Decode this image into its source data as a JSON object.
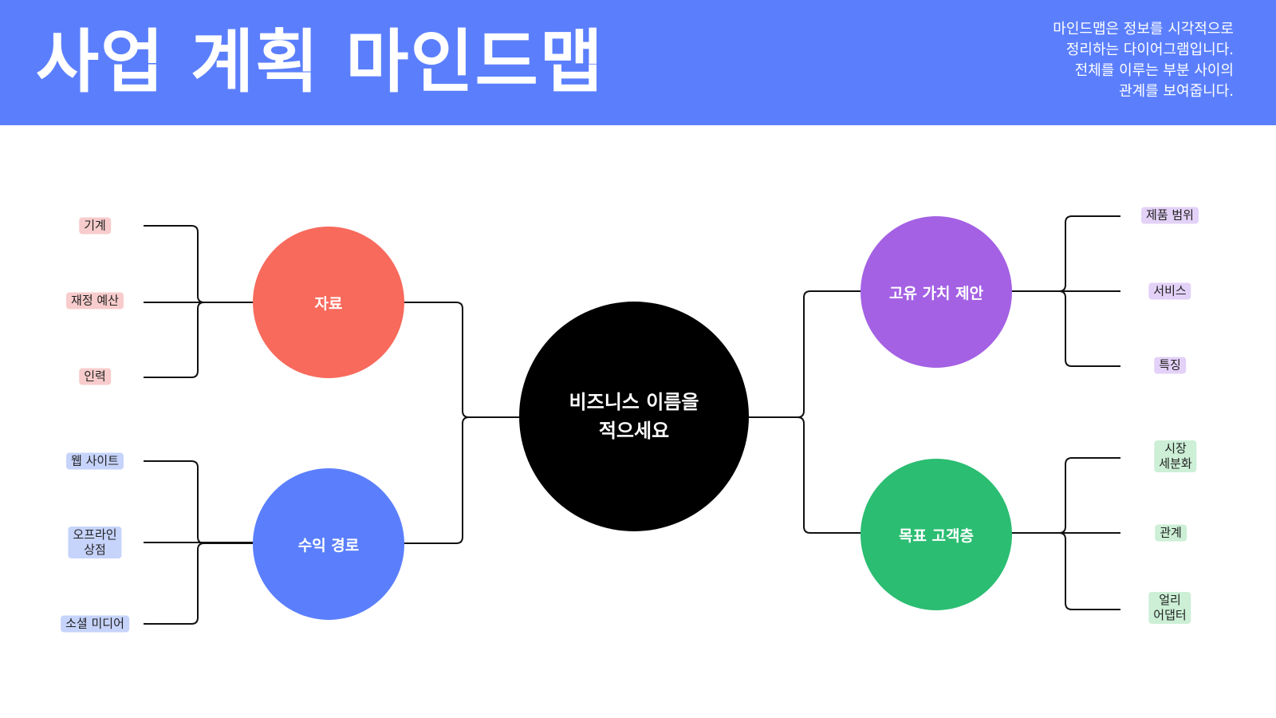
{
  "header": {
    "title": "사업 계획 마인드맵",
    "description": [
      "마인드맵은 정보를 시각적으로",
      "정리하는 다이어그램입니다.",
      "전체를 이루는 부분 사이의",
      "관계를 보여줍니다."
    ],
    "color": "#5b7ffc"
  },
  "center": {
    "lines": [
      "비즈니스 이름을",
      "적으세요"
    ],
    "color": "#000000"
  },
  "branches": {
    "resources": {
      "label": "자료",
      "color": "#f86a5c",
      "leaves": [
        "기계",
        "재정 예산",
        "인력"
      ]
    },
    "revenue": {
      "label": "수익 경로",
      "color": "#5b7ffc",
      "leaves": [
        "웹 사이트",
        [
          "오프라인",
          "상점"
        ],
        "소셜 미디어"
      ]
    },
    "value": {
      "label": "고유 가치 제안",
      "color": "#a461e4",
      "leaves": [
        "제품 범위",
        "서비스",
        "특징"
      ]
    },
    "customers": {
      "label": "목표 고객층",
      "color": "#2bbd72",
      "leaves": [
        [
          "시장",
          "세분화"
        ],
        "관계",
        [
          "얼리",
          "어댑터"
        ]
      ]
    }
  }
}
